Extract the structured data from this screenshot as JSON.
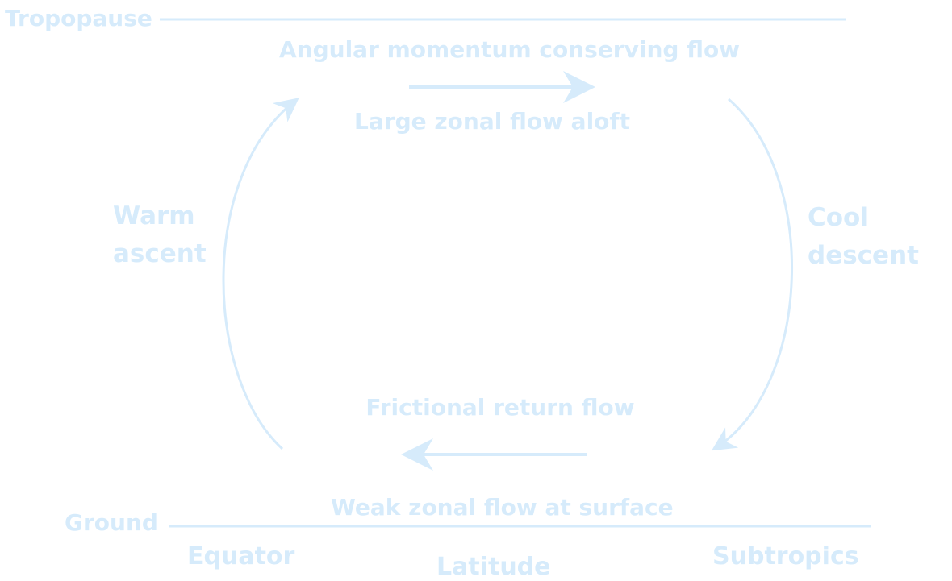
{
  "colors": {
    "diagram": "#d6ebfb",
    "background": "#ffffff"
  },
  "labels": {
    "tropopause": "Tropopause",
    "aloft_top": "Angular momentum conserving flow",
    "aloft_bottom": "Large zonal flow aloft",
    "warm_line1": "Warm",
    "warm_line2": "ascent",
    "cool_line1": "Cool",
    "cool_line2": "descent",
    "return_flow": "Frictional return flow",
    "surface_flow": "Weak zonal flow at surface",
    "ground": "Ground",
    "equator": "Equator",
    "latitude": "Latitude",
    "subtropics": "Subtropics"
  }
}
